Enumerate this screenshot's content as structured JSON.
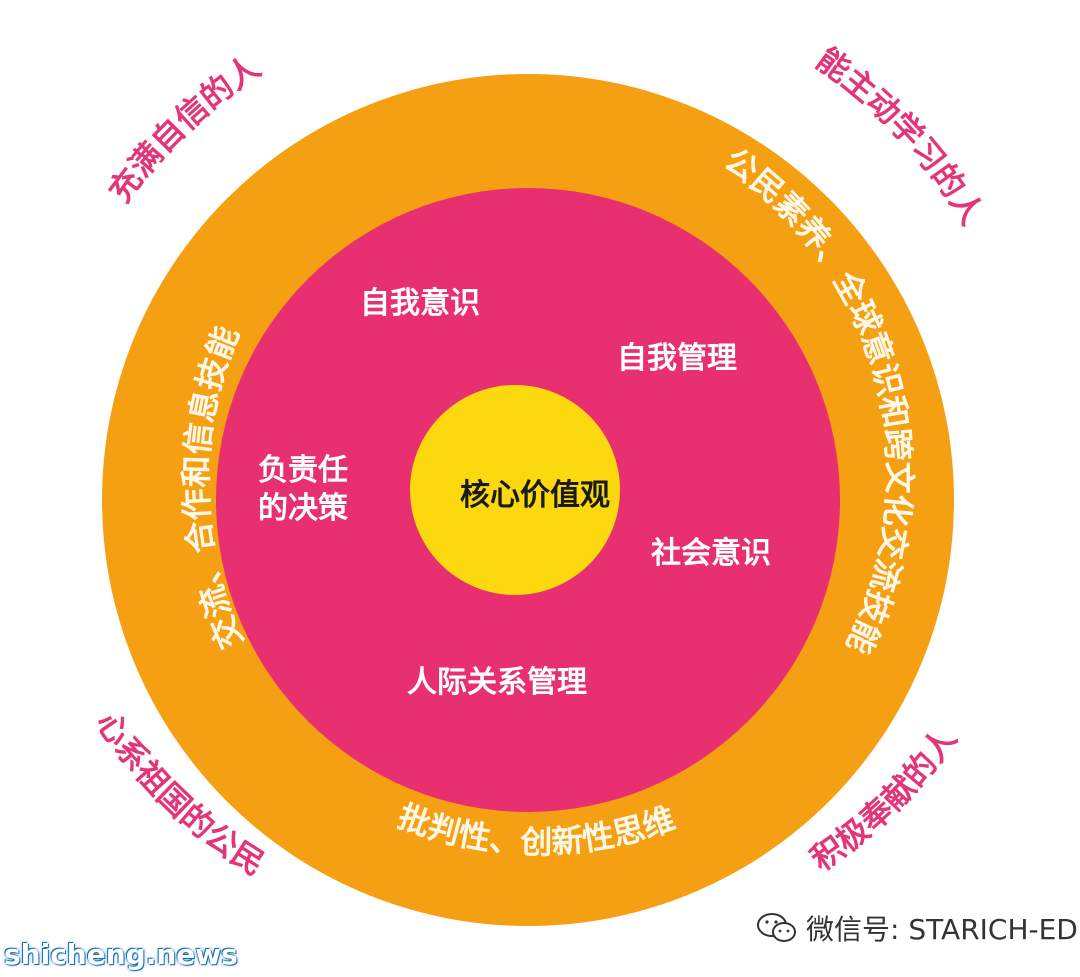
{
  "colors": {
    "outer_ring": "#f5a012",
    "middle_circle": "#e83071",
    "core": "#fbd90e",
    "corner_text": "#e2357a"
  },
  "center": {
    "label": "核心价值观"
  },
  "inner_labels": {
    "self_awareness": "自我意识",
    "self_management": "自我管理",
    "responsible_decision_line1": "负责任",
    "responsible_decision_line2": "的决策",
    "social_awareness": "社会意识",
    "relationship_management": "人际关系管理"
  },
  "ring_labels": {
    "left": "交流、合作和信息技能",
    "right": "公民素养、全球意识和跨文化交流技能",
    "bottom": "批判性、创新性思维"
  },
  "corner_labels": {
    "top_left": "充满自信的人",
    "top_right": "能主动学习的人",
    "bottom_left": "心系祖国的公民",
    "bottom_right": "积极奉献的人"
  },
  "watermark": {
    "icon": "wechat-icon",
    "text": "微信号: STARICH-EDU"
  },
  "site_mark": "shicheng.news"
}
